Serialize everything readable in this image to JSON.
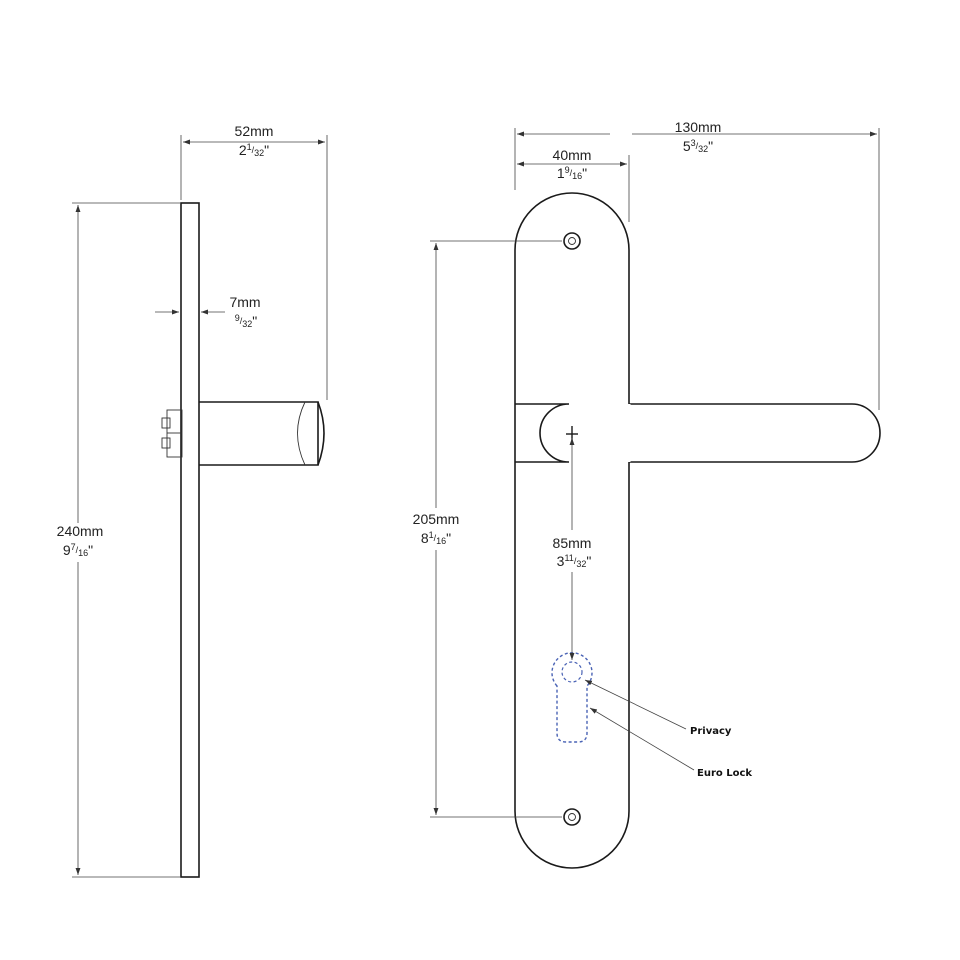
{
  "colors": {
    "line": "#1a1a1a",
    "dim": "#333333",
    "cutout": "#4a63b5",
    "background": "#ffffff"
  },
  "side_view": {
    "depth": {
      "metric": "52mm",
      "inch_whole": "2",
      "inch_num": "1",
      "inch_den": "32",
      "inch_mark": "\""
    },
    "plate_thickness": {
      "metric": "7mm",
      "inch_num": "9",
      "inch_den": "32",
      "inch_mark": "\""
    },
    "height": {
      "metric": "240mm",
      "inch_whole": "9",
      "inch_num": "7",
      "inch_den": "16",
      "inch_mark": "\""
    }
  },
  "front_view": {
    "overall_width": {
      "metric": "130mm",
      "inch_whole": "5",
      "inch_num": "3",
      "inch_den": "32",
      "inch_mark": "\""
    },
    "plate_width": {
      "metric": "40mm",
      "inch_whole": "1",
      "inch_num": "9",
      "inch_den": "16",
      "inch_mark": "\""
    },
    "screw_centres": {
      "metric": "205mm",
      "inch_whole": "8",
      "inch_num": "1",
      "inch_den": "16",
      "inch_mark": "\""
    },
    "backset": {
      "metric": "85mm",
      "inch_whole": "3",
      "inch_num": "11",
      "inch_den": "32",
      "inch_mark": "\""
    },
    "callouts": {
      "privacy": "Privacy",
      "euro_lock": "Euro Lock"
    }
  }
}
